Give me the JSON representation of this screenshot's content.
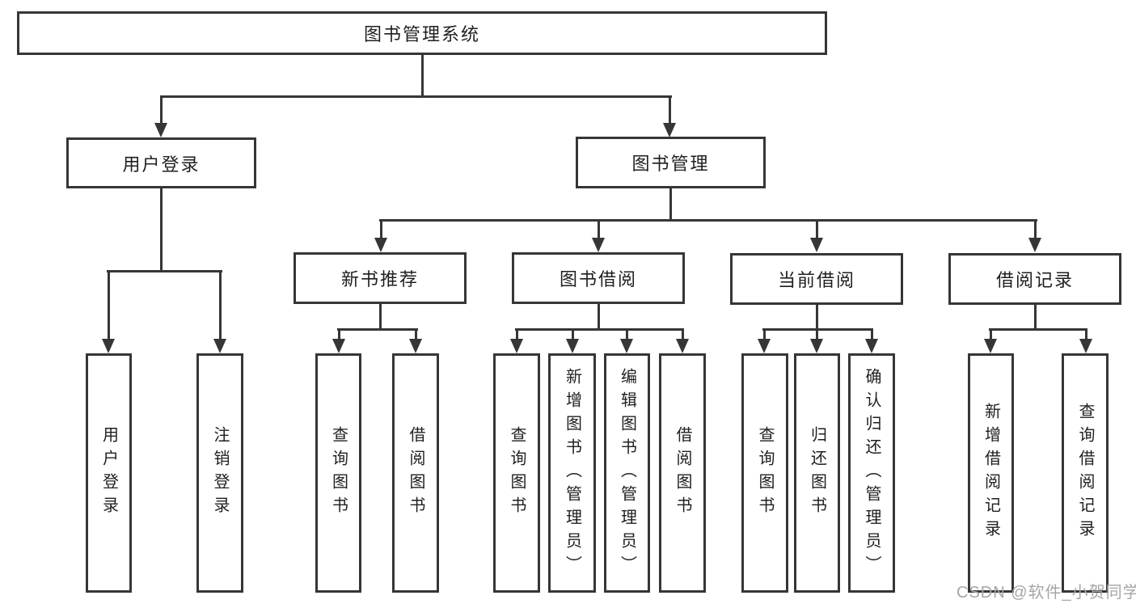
{
  "colors": {
    "line": "#363636",
    "text": "#1f1f1f",
    "watermark": "#a6a6a6",
    "background": "#ffffff"
  },
  "tree": {
    "label": "图书管理系统",
    "children": [
      {
        "label": "用户登录",
        "children": [
          {
            "label": "用户登录"
          },
          {
            "label": "注销登录"
          }
        ]
      },
      {
        "label": "图书管理",
        "children": [
          {
            "label": "新书推荐",
            "children": [
              {
                "label": "查询图书"
              },
              {
                "label": "借阅图书"
              }
            ]
          },
          {
            "label": "图书借阅",
            "children": [
              {
                "label": "查询图书"
              },
              {
                "label": "新增图书（管理员）"
              },
              {
                "label": "编辑图书（管理员）"
              },
              {
                "label": "借阅图书"
              }
            ]
          },
          {
            "label": "当前借阅",
            "children": [
              {
                "label": "查询图书"
              },
              {
                "label": "归还图书"
              },
              {
                "label": "确认归还（管理员）"
              }
            ]
          },
          {
            "label": "借阅记录",
            "children": [
              {
                "label": "新增借阅记录"
              },
              {
                "label": "查询借阅记录"
              }
            ]
          }
        ]
      }
    ]
  },
  "watermark": {
    "text": "CSDN @软件_小贺同学"
  }
}
